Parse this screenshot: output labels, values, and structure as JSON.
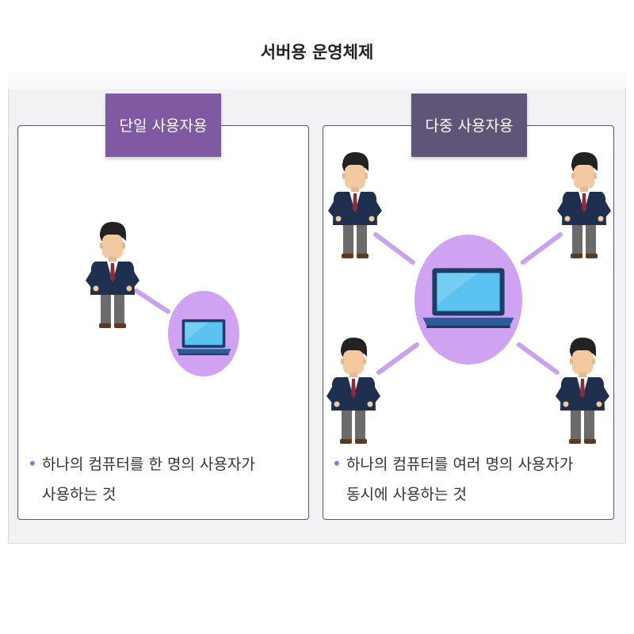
{
  "title": "서버용 운영체제",
  "panels": {
    "single": {
      "tab": "단일 사용자용",
      "desc_line1": "하나의 컴퓨터를 한 명의 사용자가",
      "desc_line2": "사용하는 것"
    },
    "multi": {
      "tab": "다중 사용자용",
      "desc_line1": "하나의 컴퓨터를 여러 명의 사용자가",
      "desc_line2": "동시에 사용하는 것"
    }
  },
  "colors": {
    "accent_purple": "#7f5aa3",
    "accent_slate": "#5e5578",
    "connector": "#c9a2ef",
    "device_bubble": "#cfa3f2",
    "bullet": "#a06ad2"
  },
  "icons": {
    "person": "businessman-icon",
    "computer": "laptop-icon"
  }
}
